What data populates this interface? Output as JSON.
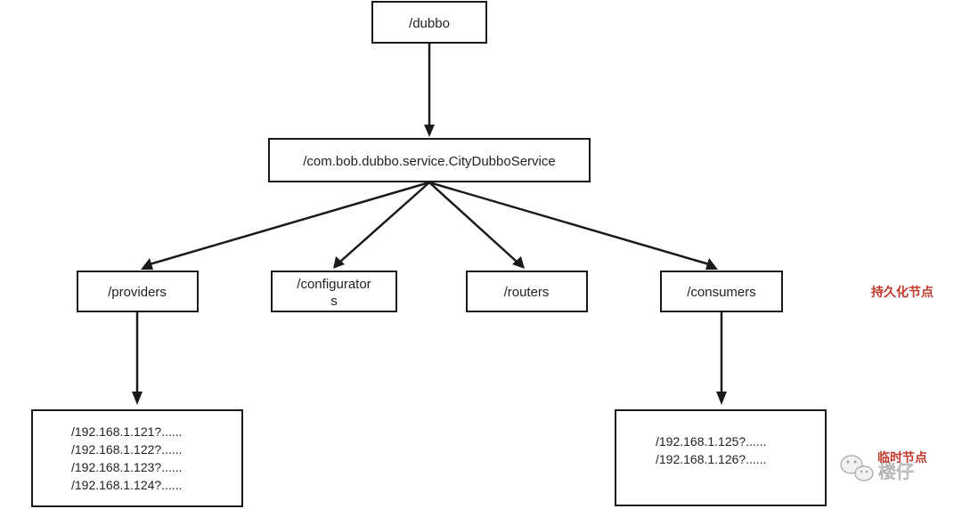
{
  "diagram": {
    "nodes": {
      "root": "/dubbo",
      "service": "/com.bob.dubbo.service.CityDubboService",
      "providers": "/providers",
      "configurators_line1": "/configurator",
      "configurators_line2": "s",
      "routers": "/routers",
      "consumers": "/consumers"
    },
    "provider_ips": [
      "/192.168.1.121?......",
      "/192.168.1.122?......",
      "/192.168.1.123?......",
      "/192.168.1.124?......"
    ],
    "consumer_ips": [
      "/192.168.1.125?......",
      "/192.168.1.126?......"
    ],
    "labels": {
      "persistent": "持久化节点",
      "ephemeral": "临时节点"
    },
    "watermark": "楼仔",
    "colors": {
      "line": "#1a1a1a",
      "label": "#c0392b"
    }
  }
}
